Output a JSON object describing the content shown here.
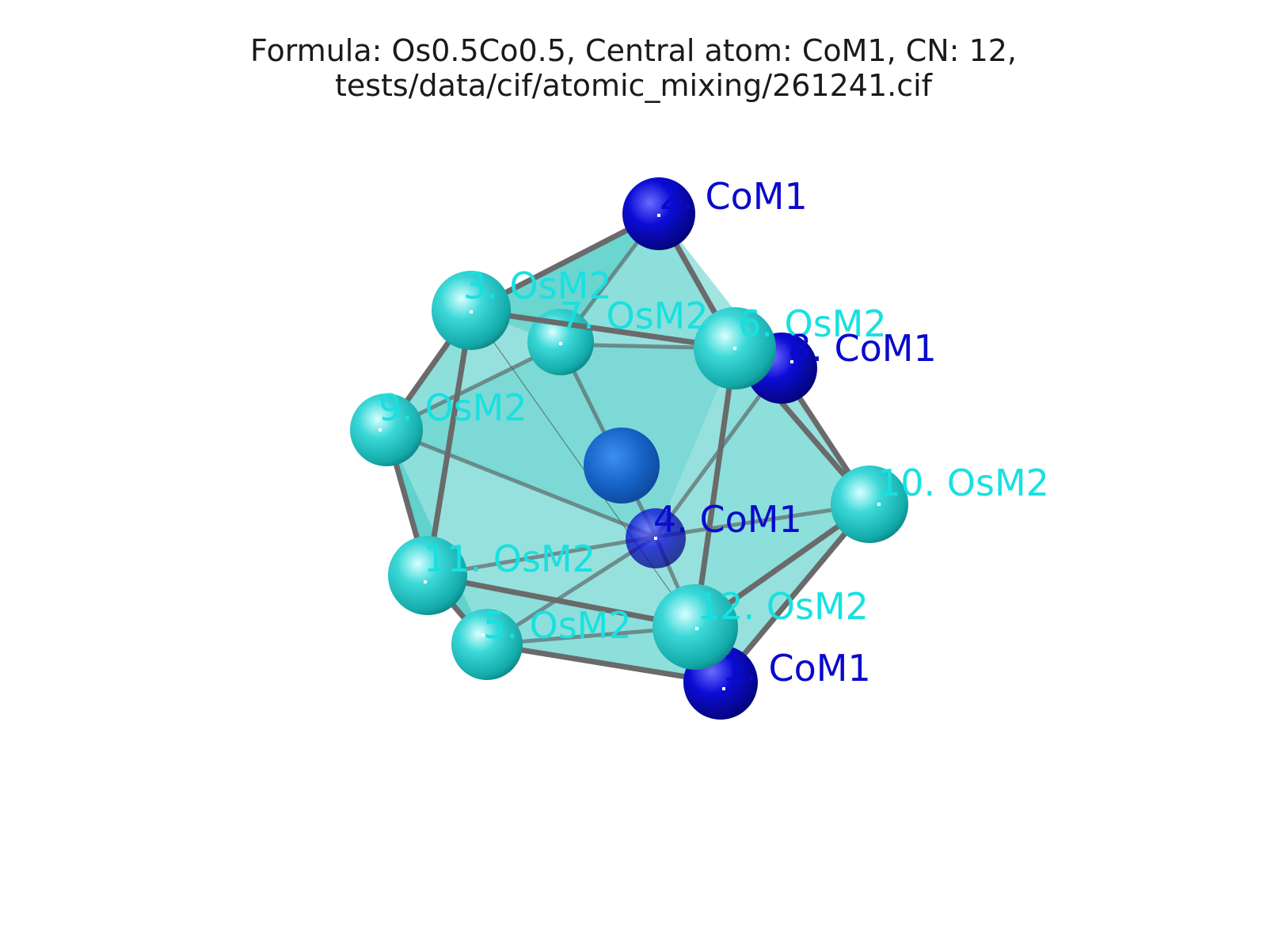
{
  "title": {
    "line1": "Formula: Os0.5Co0.5, Central atom: CoM1, CN: 12,",
    "line2": "tests/data/cif/atomic_mixing/261241.cif"
  },
  "colors": {
    "CoM1": "#0a0acc",
    "OsM2": "#19d4d4",
    "polyhedron_fill": "#2ec4bd",
    "bond": "#666666",
    "central_atom": "#1662c8"
  },
  "labels": {
    "l1": "1. CoM1",
    "l2": "2. CoM1",
    "l3": "3. OsM2",
    "l4": "4. CoM1",
    "l5": "5. OsM2",
    "l6": "6. OsM2",
    "l7": "7. OsM2",
    "l8": "8. CoM1",
    "l9": "9. OsM2",
    "l10": "10. OsM2",
    "l11": "11. OsM2",
    "l12": "12. OsM2"
  }
}
